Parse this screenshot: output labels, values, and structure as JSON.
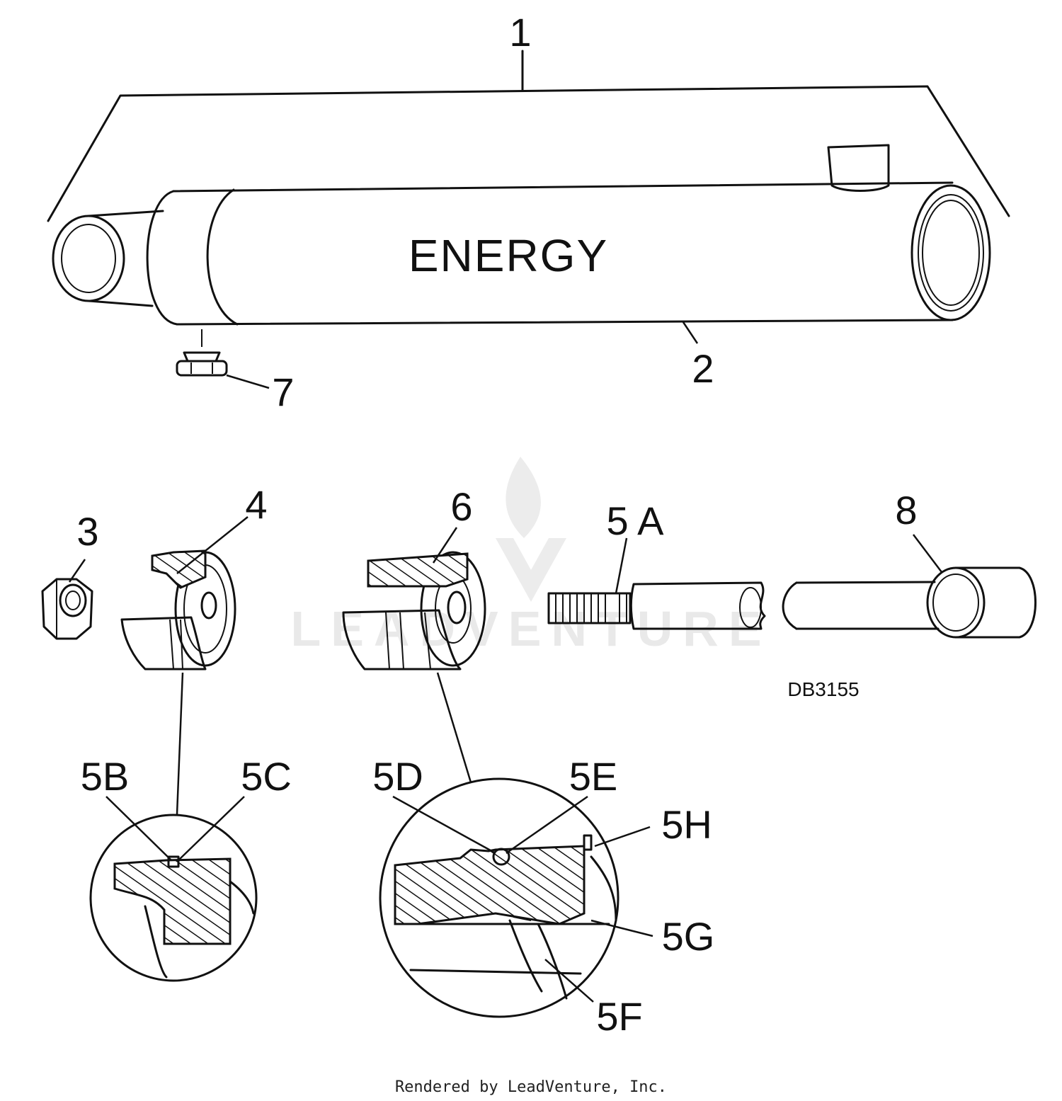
{
  "diagram": {
    "cylinder_label": "ENERGY",
    "drawing_code": "DB3155",
    "callouts": {
      "c1": "1",
      "c2": "2",
      "c3": "3",
      "c4": "4",
      "c5a": "5 A",
      "c5b": "5B",
      "c5c": "5C",
      "c5d": "5D",
      "c5e": "5E",
      "c5f": "5F",
      "c5g": "5G",
      "c5h": "5H",
      "c6": "6",
      "c7": "7",
      "c8": "8"
    },
    "watermark": "LEADVENTURE"
  },
  "footer": {
    "credit": "Rendered by LeadVenture, Inc."
  }
}
